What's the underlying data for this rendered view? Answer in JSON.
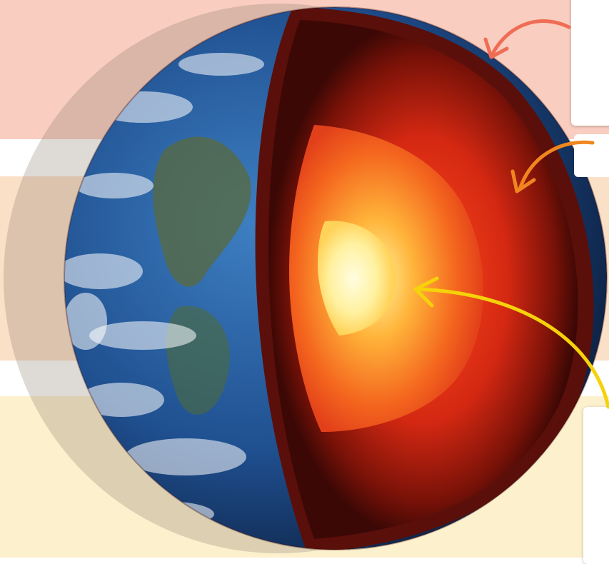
{
  "colors": {
    "crust_band": "#f9cdbf",
    "mantle_band": "#fbe0c8",
    "core_band": "#fdf0cd",
    "crust_arrow": "#ef6d55",
    "mantle_arrow": "#f0861f",
    "core_arrow": "#f5d20a",
    "ocean": "#1f4f8f",
    "crust_layer": "#5a0f0a",
    "mantle_layer": "#b3200f",
    "outer_core": "#f58220",
    "inner_core": "#fff1a0"
  },
  "layers": [
    "crust",
    "mantle",
    "outer-core",
    "inner-core"
  ],
  "label_boxes": [
    {
      "layer": "crust",
      "text": ""
    },
    {
      "layer": "mantle",
      "text": ""
    },
    {
      "layer": "core",
      "text": ""
    }
  ]
}
